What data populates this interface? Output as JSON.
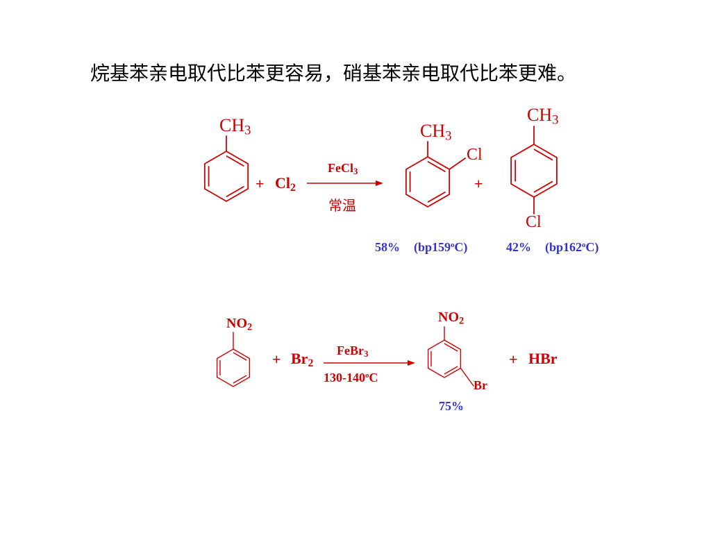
{
  "heading": "烷基苯亲电取代比苯更容易，硝基苯亲电取代比苯更难。",
  "reaction1": {
    "reactant_group": "CH",
    "reactant_group_sub": "3",
    "plus1": "+",
    "reagent": "Cl",
    "reagent_sub": "2",
    "catalyst": "FeCl",
    "catalyst_sub": "3",
    "condition": "常温",
    "product1_group": "CH",
    "product1_group_sub": "3",
    "product1_sub": "Cl",
    "plus2": "+",
    "product2_group": "CH",
    "product2_group_sub": "3",
    "product2_sub": "Cl",
    "yield1": "58%",
    "bp1_pre": "(bp159",
    "bp1_sup": "o",
    "bp1_post": "C)",
    "yield2": "42%",
    "bp2_pre": "(bp162",
    "bp2_sup": "o",
    "bp2_post": "C)"
  },
  "reaction2": {
    "reactant_group": "NO",
    "reactant_group_sub": "2",
    "plus1": "+",
    "reagent": "Br",
    "reagent_sub": "2",
    "catalyst": "FeBr",
    "catalyst_sub": "3",
    "condition_pre": "130-140",
    "condition_sup": "o",
    "condition_post": "C",
    "product_group": "NO",
    "product_group_sub": "2",
    "product_sub": "Br",
    "plus2": "+",
    "byproduct": "HBr",
    "yield": "75%"
  },
  "colors": {
    "structure": "#cc0000",
    "arrow": "#cc0000",
    "yield_text": "#3333cc",
    "heading_text": "#000000"
  }
}
